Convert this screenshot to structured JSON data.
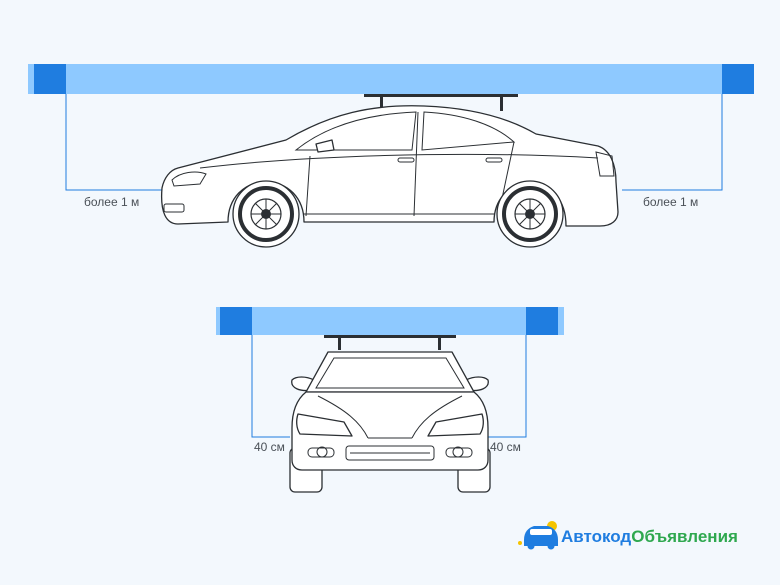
{
  "side_view": {
    "left_gap_label": "более 1 м",
    "right_gap_label": "более 1 м"
  },
  "front_view": {
    "left_gap_label": "40 см",
    "right_gap_label": "40 см"
  },
  "logo": {
    "part1": "Автокод",
    "part2": "Объявления"
  },
  "colors": {
    "beam_light": "#8ec9ff",
    "beam_dark": "#1f7de0",
    "guide": "#1f7de0",
    "logo_blue": "#1f7de0",
    "logo_green": "#2fa84f"
  }
}
